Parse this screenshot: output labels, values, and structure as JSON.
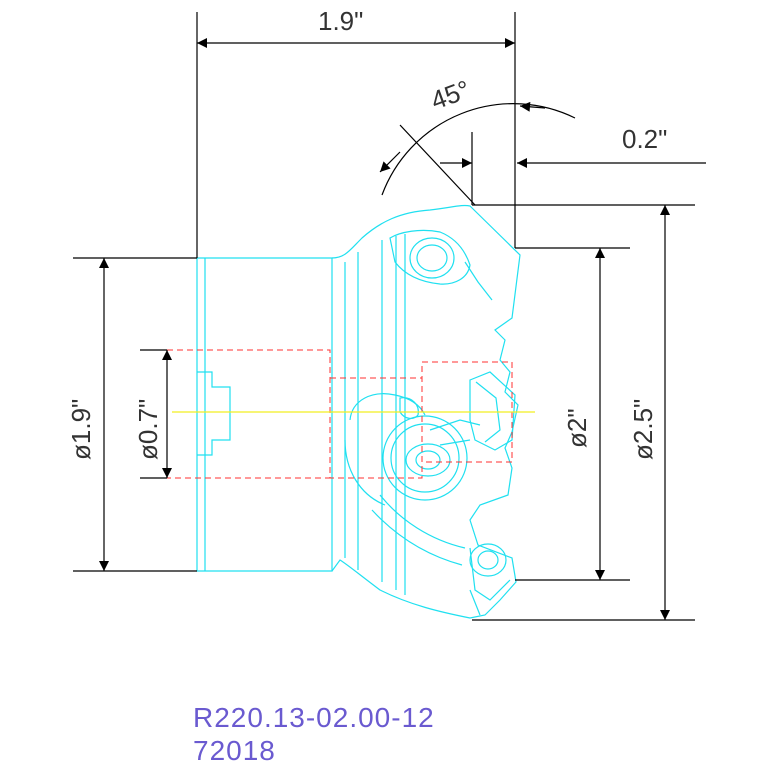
{
  "dimensions": {
    "overall_length": "1.9\"",
    "chamfer_angle": "45°",
    "chamfer_offset": "0.2\"",
    "shank_diameter": "ø1.9\"",
    "bore_diameter": "ø0.7\"",
    "cutting_diameter": "ø2\"",
    "outer_diameter": "ø2.5\""
  },
  "part": {
    "number": "R220.13-02.00-12",
    "code": "72018"
  },
  "colors": {
    "dimension_lines": "#000000",
    "body_outline": "#20e0f0",
    "hidden_lines": "#ff3030",
    "center_line": "#f2ef20",
    "part_label": "#6a5ad0"
  }
}
